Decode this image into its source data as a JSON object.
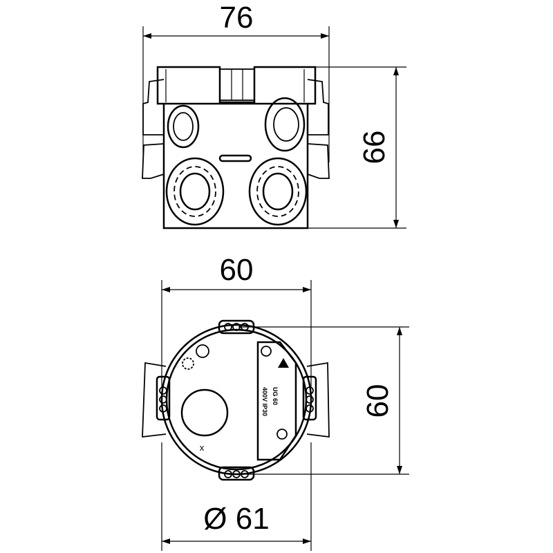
{
  "drawing": {
    "side_view": {
      "width_label": "76",
      "height_label": "66"
    },
    "top_view": {
      "width_label": "60",
      "height_label": "60",
      "diameter_label": "Ø 61",
      "marker": "x",
      "markings": [
        "UG 60",
        "400V IP30"
      ]
    },
    "colors": {
      "line": "#000000",
      "background": "#ffffff"
    }
  }
}
